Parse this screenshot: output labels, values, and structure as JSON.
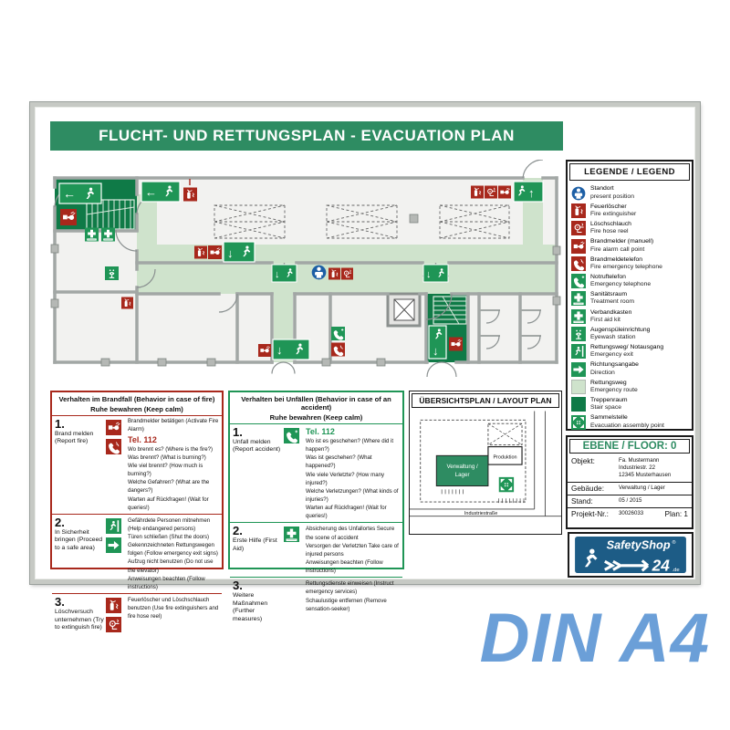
{
  "title": "FLUCHT- UND RETTUNGSPLAN  -  EVACUATION PLAN",
  "din_label": "DIN A4",
  "colors": {
    "safety_green": "#2e8c62",
    "sign_green": "#1f9556",
    "dark_green": "#0f7a47",
    "route_green": "#cfe3cc",
    "safety_red": "#a8281c",
    "standort_blue": "#1d5fa5",
    "logo_blue": "#1d5c86",
    "din_blue": "#6b9fd8",
    "wall_gray": "#a2a7a5",
    "floor_gray": "#f2f2f0"
  },
  "legend": {
    "title": "LEGENDE / LEGEND",
    "items": [
      {
        "icon": "standort",
        "de": "Standort",
        "en": "present position"
      },
      {
        "icon": "extinguisher",
        "de": "Feuerlöscher",
        "en": "Fire extinguisher"
      },
      {
        "icon": "hose",
        "de": "Löschschlauch",
        "en": "Fire hose reel"
      },
      {
        "icon": "alarm",
        "de": "Brandmelder (manuell)",
        "en": "Fire alarm call point"
      },
      {
        "icon": "firephone",
        "de": "Brandmeldetelefon",
        "en": "Fire emergency telephone"
      },
      {
        "icon": "phone",
        "de": "Notruftelefon",
        "en": "Emergency telephone"
      },
      {
        "icon": "cross",
        "de": "Sanitätsraum",
        "en": "Treatment room"
      },
      {
        "icon": "cross",
        "de": "Verbandkasten",
        "en": "First aid kit"
      },
      {
        "icon": "eyewash",
        "de": "Augenspüleinrichtung",
        "en": "Eyewash station"
      },
      {
        "icon": "exitsign",
        "de": "Rettungsweg/ Notausgang",
        "en": "Emergency exit"
      },
      {
        "icon": "direction",
        "de": "Richtungsangabe",
        "en": "Direction"
      },
      {
        "icon": "routelight",
        "de": "Rettungsweg",
        "en": "Emergency route"
      },
      {
        "icon": "stair",
        "de": "Treppenraum",
        "en": "Stair space"
      },
      {
        "icon": "assembly",
        "de": "Sammelstelle",
        "en": "Evacuation assembly point"
      }
    ]
  },
  "fire_box": {
    "title": "Verhalten im Brandfall (Behavior in case of fire)",
    "subtitle": "Ruhe bewahren (Keep calm)",
    "sections": [
      {
        "num": "1.",
        "label": "Brand melden (Report fire)",
        "icons": [
          "alarm",
          "firephone"
        ],
        "intro": "Brandmelder betätigen (Activate Fire Alarm)",
        "tel": "Tel. 112",
        "lines": [
          "Wo brennt es? (Where is the fire?)",
          "Was brennt? (What is burning?)",
          "Wie viel brennt? (How much is burning?)",
          "Welche Gefahren? (What are the dangers?)",
          "Warten auf Rückfragen! (Wait for queries!)"
        ]
      },
      {
        "num": "2.",
        "label": "In Sicherheit bringen (Proceed to a safe area)",
        "icons": [
          "exitsign",
          "direction"
        ],
        "lines": [
          "Gefährdete Personen mitnehmen (Help endangered persons)",
          "Türen schließen (Shut the doors)",
          "Gekennzeichneten Rettungswegen folgen (Follow emergency exit signs)",
          "Aufzug nicht benutzen (Do not use the elevator)",
          "Anweisungen beachten (Follow instructions)"
        ]
      },
      {
        "num": "3.",
        "label": "Löschversuch unternehmen (Try to extinguish fire)",
        "icons": [
          "extinguisher",
          "hose"
        ],
        "lines": [
          "Feuerlöscher und Löschschlauch benutzen (Use fire extinguishers and fire hose reel)"
        ]
      }
    ]
  },
  "accident_box": {
    "title": "Verhalten bei Unfällen (Behavior in case of an accident)",
    "subtitle": "Ruhe bewahren (Keep calm)",
    "sections": [
      {
        "num": "1.",
        "label": "Unfall melden (Report accident)",
        "icons": [
          "phone"
        ],
        "tel": "Tel. 112",
        "lines": [
          "Wo ist es geschehen? (Where did it happen?)",
          "Was ist geschehen? (What happened?)",
          "Wie viele Verletzte? (How many injured?)",
          "Welche Verletzungen? (What kinds of injuries?)",
          "Warten auf Rückfragen! (Wait for queries!)"
        ]
      },
      {
        "num": "2.",
        "label": "Erste Hilfe (First Aid)",
        "icons": [
          "cross"
        ],
        "lines": [
          "Absicherung des Unfallortes Secure the scene of accident",
          "Versorgen der Verletzten Take care of injured persons",
          "Anweisungen beachten (Follow instructions)"
        ]
      },
      {
        "num": "3.",
        "label": "Weitere Maßnahmen (Further measures)",
        "icons": [],
        "lines": [
          "Rettungsdienste einweisen (Instruct emergency services)",
          "Schaulustige entfernen (Remove sensation-seeker)"
        ]
      }
    ]
  },
  "layout_plan": {
    "title": "ÜBERSICHTSPLAN / LAYOUT PLAN",
    "building_line1": "Verwaltung /",
    "building_line2": "Lager",
    "building_2": "Produktion",
    "street": "Industriestraße"
  },
  "info_box": {
    "floor": "EBENE / FLOOR: 0",
    "rows": [
      {
        "label": "Objekt:",
        "lines": [
          "Fa. Mustermann",
          "Industriestr. 22",
          "12345 Musterhausen"
        ]
      },
      {
        "label": "Gebäude:",
        "lines": [
          "Verwaltung / Lager"
        ]
      },
      {
        "label": "Stand:",
        "lines": [
          "05 / 2015"
        ]
      },
      {
        "label": "Projekt-Nr.:",
        "lines": [
          "30026033"
        ],
        "extra": "Plan: 1"
      }
    ]
  },
  "logo": {
    "brand": "SafetyShop",
    "reg": "®",
    "number": "24",
    "tld": ".de"
  }
}
